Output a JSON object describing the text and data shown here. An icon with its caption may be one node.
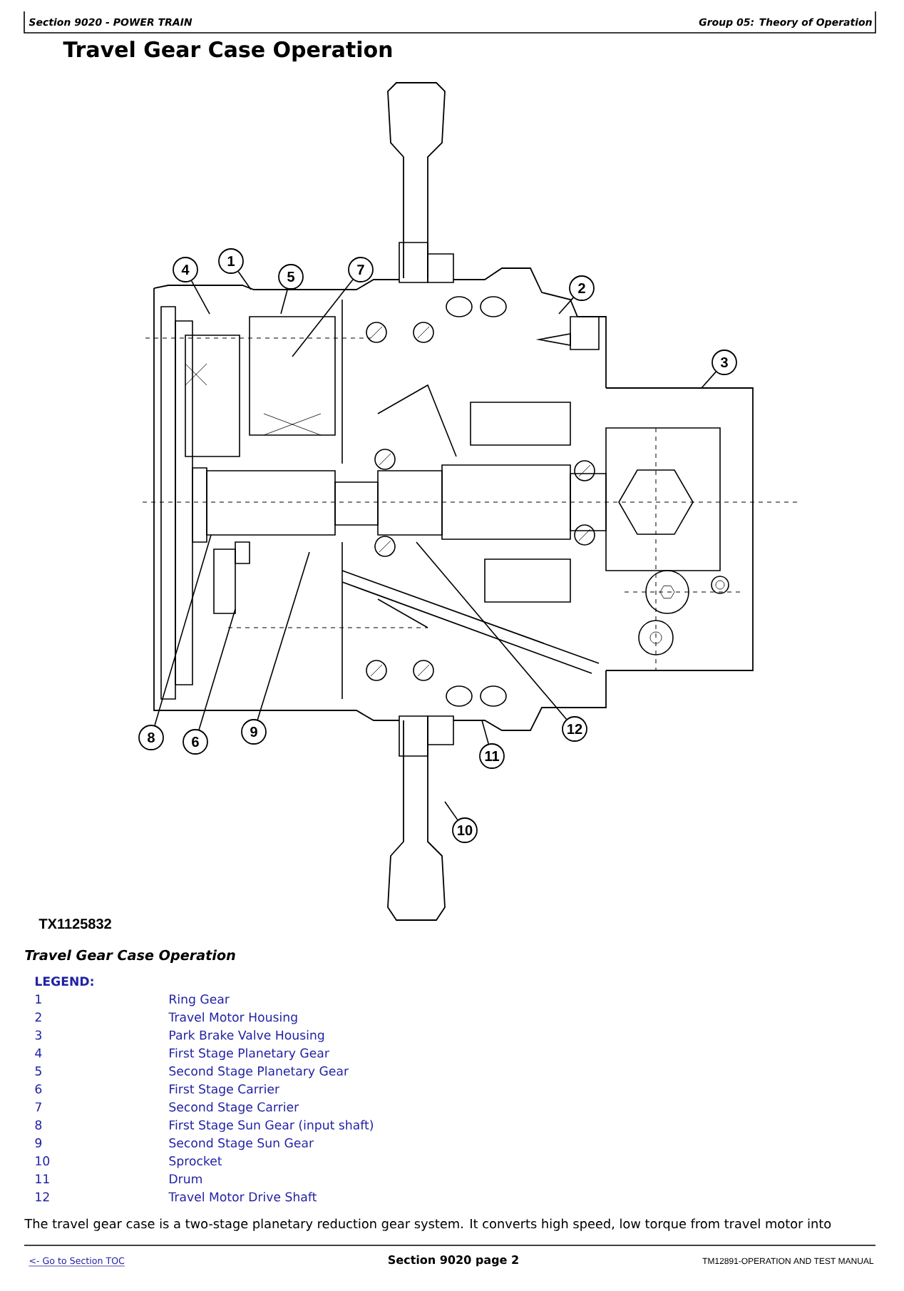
{
  "diagram": {
    "title": "Travel Gear Case Operation",
    "caption": "Travel Gear Case Operation",
    "nodes": [
      {
        "text": [
          "4"
        ]
      },
      {
        "text": [
          "1"
        ]
      },
      {
        "text": [
          "5"
        ]
      },
      {
        "text": [
          "7"
        ]
      },
      {
        "text": [
          "2"
        ]
      },
      {
        "text": [
          "3"
        ]
      },
      {
        "text": [
          "8"
        ]
      },
      {
        "text": [
          "6"
        ]
      },
      {
        "text": [
          "9"
        ]
      },
      {
        "text": [
          "12"
        ]
      },
      {
        "text": [
          "11"
        ]
      },
      {
        "text": [
          "10"
        ]
      }
    ],
    "edges": [
      {
        "from": 0,
        "to": null,
        "arrow": "none"
      },
      {
        "from": 1,
        "to": null,
        "arrow": "none"
      },
      {
        "from": 2,
        "to": null,
        "arrow": "none"
      },
      {
        "from": 3,
        "to": null,
        "arrow": "none"
      },
      {
        "from": 4,
        "to": null,
        "arrow": "none"
      },
      {
        "from": 5,
        "to": null,
        "arrow": "none"
      },
      {
        "from": 6,
        "to": null,
        "arrow": "none"
      },
      {
        "from": 7,
        "to": null,
        "arrow": "none"
      },
      {
        "from": 8,
        "to": null,
        "arrow": "none"
      },
      {
        "from": 9,
        "to": null,
        "arrow": "none"
      },
      {
        "from": 10,
        "to": null,
        "arrow": "none"
      },
      {
        "from": 11,
        "to": null,
        "arrow": "none"
      }
    ],
    "labels": [
      "Section 9020 - POWER TRAIN",
      "Group 05: Theory of Operation",
      "TX1125832",
      "LEGEND:",
      "1",
      "Ring Gear",
      "2",
      "Travel Motor Housing",
      "3",
      "Park Brake Valve Housing",
      "4",
      "First Stage Planetary Gear",
      "5",
      "Second Stage Planetary Gear",
      "6",
      "First Stage Carrier",
      "7",
      "Second Stage Carrier",
      "8",
      "First Stage Sun Gear (input shaft)",
      "9",
      "Second Stage Sun Gear",
      "10",
      "Sprocket",
      "11",
      "Drum",
      "12",
      "Travel Motor Drive Shaft",
      "The travel gear case is a two-stage planetary reduction gear system. It converts high speed, low torque from travel motor into",
      "<- Go to Section TOC",
      "Section 9020 page 2",
      "TM12891-OPERATION AND TEST MANUAL"
    ]
  }
}
